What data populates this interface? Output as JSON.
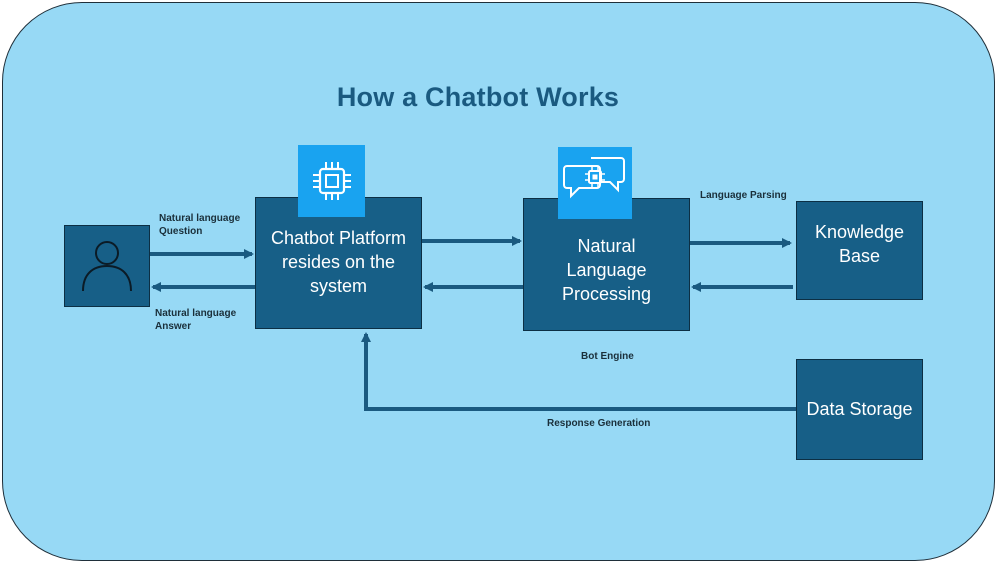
{
  "title": "How a Chatbot Works",
  "nodes": {
    "user": {
      "icon": "user-icon"
    },
    "chatbot_platform": {
      "label": "Chatbot Platform\nresides on the\nsystem",
      "icon": "cpu-chip-icon"
    },
    "nlp": {
      "label": "Natural\nLanguage\nProcessing",
      "icon": "chat-chip-icon"
    },
    "knowledge_base": {
      "label": "Knowledge\nBase"
    },
    "data_storage": {
      "label": "Data Storage"
    }
  },
  "edge_labels": {
    "question": "Natural language\n Question",
    "answer": "Natural language\n Answer",
    "parsing": "Language Parsing",
    "bot_engine": "Bot Engine",
    "response": "Response Generation"
  },
  "colors": {
    "background": "#97d9f5",
    "box": "#175f87",
    "arrow": "#1a5a80",
    "badge": "#19a3f0"
  }
}
